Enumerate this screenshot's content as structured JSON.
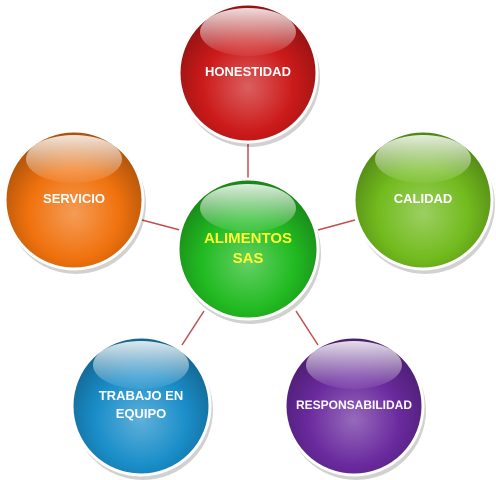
{
  "center": {
    "lines": [
      "ALIMENTOS",
      "SAS"
    ],
    "text_color": "#ffff33",
    "base_color": "#22bb22"
  },
  "nodes": [
    {
      "id": "honestidad",
      "lines": [
        "HONESTIDAD"
      ],
      "base_color": "#cc1a1a"
    },
    {
      "id": "calidad",
      "lines": [
        "CALIDAD"
      ],
      "base_color": "#72bb1e"
    },
    {
      "id": "responsabilidad",
      "lines": [
        "RESPONSABILIDAD"
      ],
      "base_color": "#6a2a9e"
    },
    {
      "id": "trabajo-en-equipo",
      "lines": [
        "TRABAJO EN",
        "EQUIPO"
      ],
      "base_color": "#1a8ec9"
    },
    {
      "id": "servicio",
      "lines": [
        "SERVICIO"
      ],
      "base_color": "#f0720e"
    }
  ],
  "node_text_color": "#ffffff",
  "connector_color": "#c0504d"
}
